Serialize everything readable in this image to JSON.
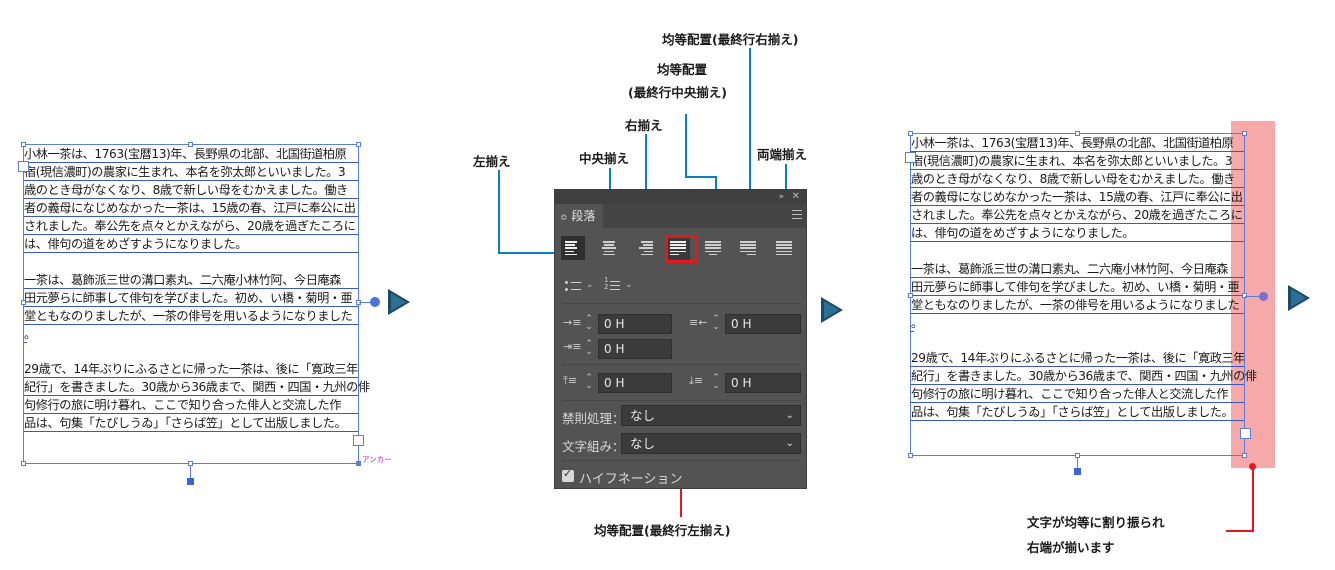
{
  "body_text": {
    "left": [
      "小林一茶は、1763(宝暦13)年、長野県の北部、北国街道柏原",
      "宿(現信濃町)の農家に生まれ、本名を弥太郎といいました。3",
      "歳のとき母がなくなり、8歳で新しい母をむかえました。働き",
      "者の義母になじめなかった一茶は、15歳の春、江戸に奉公に出",
      "されました。奉公先を点々とかえながら、20歳を過ぎたころに",
      "は、俳句の道をめざすようになりました。",
      "",
      "一茶は、葛飾派三世の溝口素丸、二六庵小林竹阿、今日庵森",
      "田元夢らに師事して俳句を学びました。初め、い橋・菊明・亜",
      "堂ともなのりましたが、一茶の俳号を用いるようになりました",
      "。",
      "",
      "29歳で、14年ぶりにふるさとに帰った一茶は、後に「寛政三年",
      "紀行」を書きました。30歳から36歳まで、関西・四国・九州の俳",
      "句修行の旅に明け暮れ、ここで知り合った俳人と交流した作",
      "品は、句集「たびしうゐ」「さらば笠」として出版しました。"
    ],
    "anchor_label": "アンカー"
  },
  "callouts": {
    "left_align": "左揃え",
    "center_align": "中央揃え",
    "right_align": "右揃え",
    "justify_center_line1": "均等配置",
    "justify_center_line2": "(最終行中央揃え)",
    "justify_right": "均等配置(最終行右揃え)",
    "justify_all": "両端揃え",
    "justify_left": "均等配置(最終行左揃え)",
    "note_line1": "文字が均等に割り振られ",
    "note_line2": "右端が揃います"
  },
  "panel": {
    "tab_label": "段落",
    "collapse_icon": "double-chevron-right-icon",
    "close_icon": "close-icon",
    "menu_icon": "hamburger-icon",
    "align_buttons": [
      {
        "name": "align-left",
        "selected": false
      },
      {
        "name": "align-center",
        "selected": false
      },
      {
        "name": "align-right",
        "selected": false
      },
      {
        "name": "justify-last-left",
        "selected": true
      },
      {
        "name": "justify-last-center",
        "selected": false
      },
      {
        "name": "justify-last-right",
        "selected": false
      },
      {
        "name": "justify-all",
        "selected": false
      }
    ],
    "left_indent": "0 H",
    "right_indent": "0 H",
    "first_line_indent": "0 H",
    "space_before": "0 H",
    "space_after": "0 H",
    "kinsoku_label": "禁則処理：",
    "kinsoku_value": "なし",
    "mojikumi_label": "文字組み：",
    "mojikumi_value": "なし",
    "hyphenation_label": "ハイフネーション",
    "hyphenation_checked": true
  },
  "colors": {
    "callout_line": "#0a7fc2",
    "highlight_red": "#e8171e",
    "highlight_band": "#f7a9a9",
    "frame_blue": "#5b7fd6"
  }
}
